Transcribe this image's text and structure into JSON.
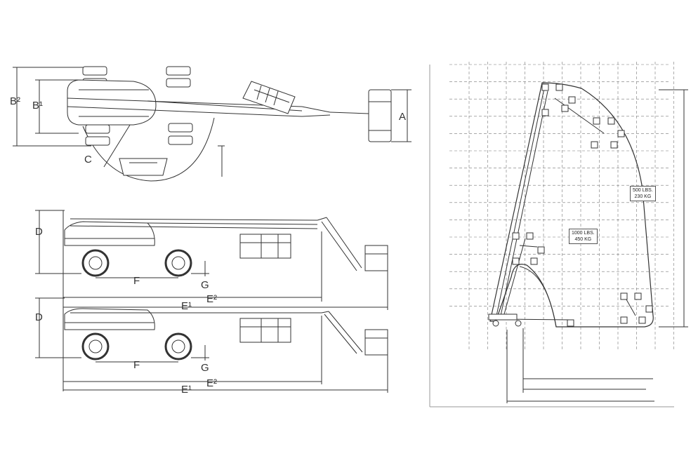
{
  "dimension_labels": {
    "a": "A",
    "b2": "B²",
    "b1": "B¹",
    "c": "C",
    "d": "D",
    "e1": "E¹",
    "e2": "E²",
    "f": "F",
    "g": "G"
  },
  "work_envelope": {
    "zone_upper": "500 LBS.\n230 KG",
    "zone_lower": "1000 LBS.\n450 KG"
  },
  "colors": {
    "line": "#333333",
    "grid": "#777777",
    "background": "#ffffff"
  }
}
